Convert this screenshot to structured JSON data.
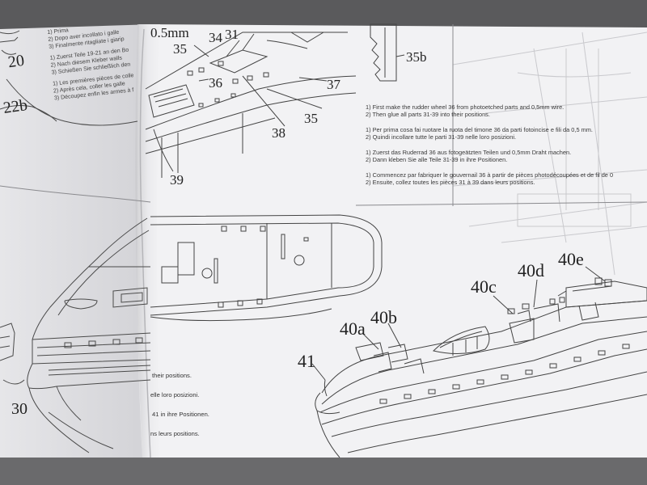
{
  "page": {
    "colors": {
      "paper": "#f1f1f3",
      "paper_shadow": "#d9d9dc",
      "line": "#4a4a4a",
      "text": "#2a2a2a",
      "background": "#6e6e70"
    }
  },
  "left_page": {
    "instruction_groups": [
      [
        "1) Prima",
        "2) Dopo aver incollato i galle",
        "3) Finalmente ritagliate i giarip"
      ],
      [
        "1) Zuerst Teile 19-21 an den Bo",
        "2) Nach diesem Kleber walls",
        "3) Schießen Sie schließlich den"
      ],
      [
        "1) Les premières pièces de colle",
        "2) Après cela, coller les galle",
        "3) Découpez enfin les armes à f"
      ]
    ],
    "part_numbers": [
      "20",
      "22b",
      "30"
    ],
    "bottom_fragments": [
      "their positions.",
      "elle loro posizioni.",
      "41 in ihre Positionen.",
      "ns leurs positions."
    ]
  },
  "right_page": {
    "part_numbers": {
      "wire": "0.5mm",
      "p35_top": "35",
      "p34": "34",
      "p31": "31",
      "p36": "36",
      "p37": "37",
      "p35_right": "35",
      "p38": "38",
      "p39": "39",
      "p35b": "35b",
      "p40a": "40a",
      "p40b": "40b",
      "p40c": "40c",
      "p40d": "40d",
      "p40e": "40e",
      "p41": "41"
    },
    "instructions": [
      [
        "1) First make the rudder wheel 36 from photoetched parts and 0,5mm wire.",
        "2) Then glue all parts 31-39 into their positions."
      ],
      [
        "1) Per prima cosa fai ruotare la ruota del timone 36 da parti fotoincise e fili da 0,5 mm.",
        "2) Quindi incollare tutte le parti 31-39 nelle loro posizioni."
      ],
      [
        "1) Zuerst das Ruderrad 36 aus fotogeätzten Teilen und 0,5mm Draht machen.",
        "2) Dann kleben Sie alle Teile 31-39 in ihre Positionen."
      ],
      [
        "1) Commencez par fabriquer le gouvernail 36 à partir de pièces photodécoupées et de fil de 0",
        "2) Ensuite, collez toutes les pièces 31 à 39 dans leurs positions."
      ]
    ]
  }
}
